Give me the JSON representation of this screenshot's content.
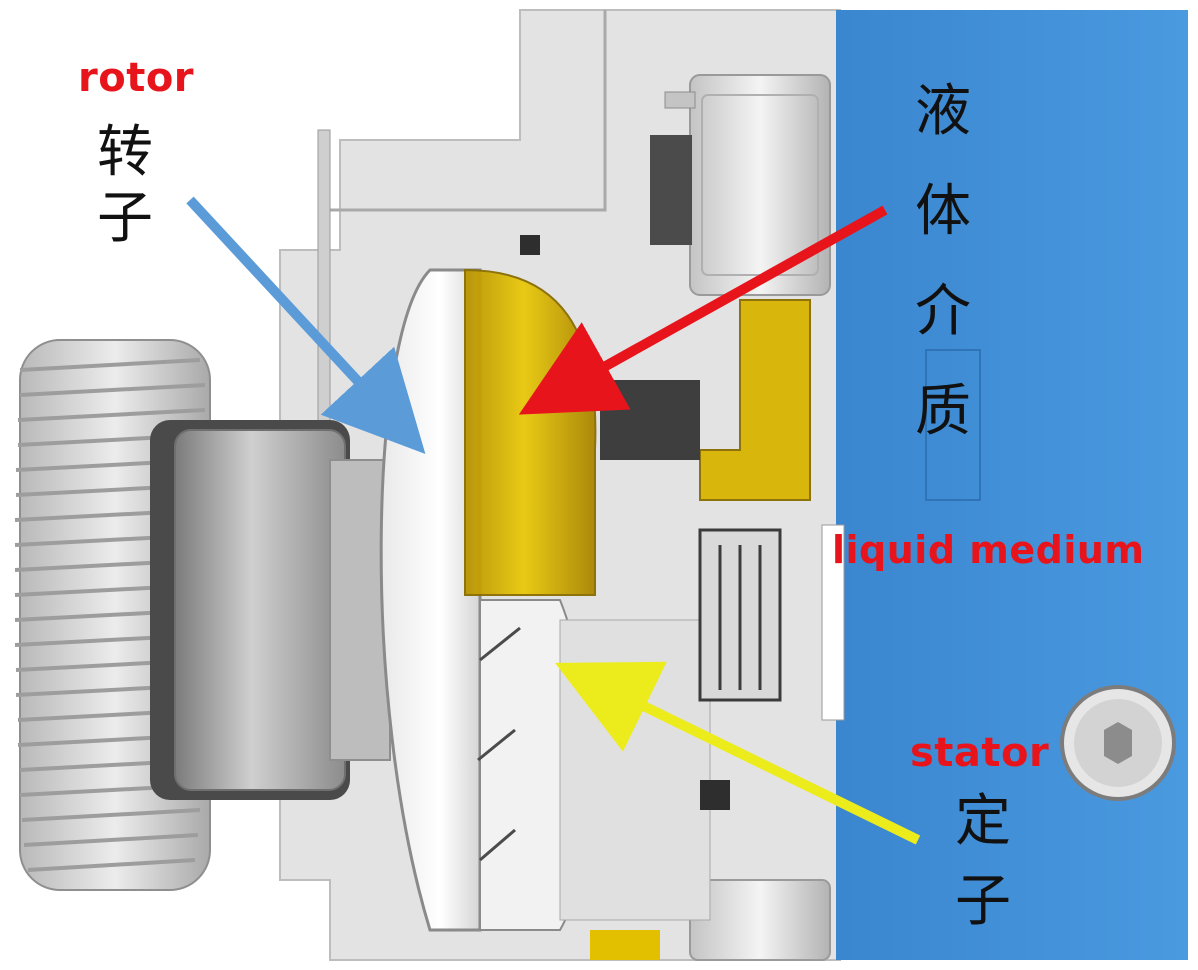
{
  "labels": {
    "rotor_en": "rotor",
    "rotor_cn": "转子",
    "liquid_en": "liquid medium",
    "liquid_cn": "液体介质",
    "stator_en": "stator",
    "stator_cn": "定子"
  },
  "colors": {
    "english_label": "#e8141c",
    "rotor_arrow": "#5a9bd8",
    "liquid_arrow": "#e8141c",
    "stator_arrow": "#ecec1c",
    "housing_blue": "#3f8fd6",
    "fluid_yellow": "#d6b400",
    "metal": "#d8d8d8"
  }
}
